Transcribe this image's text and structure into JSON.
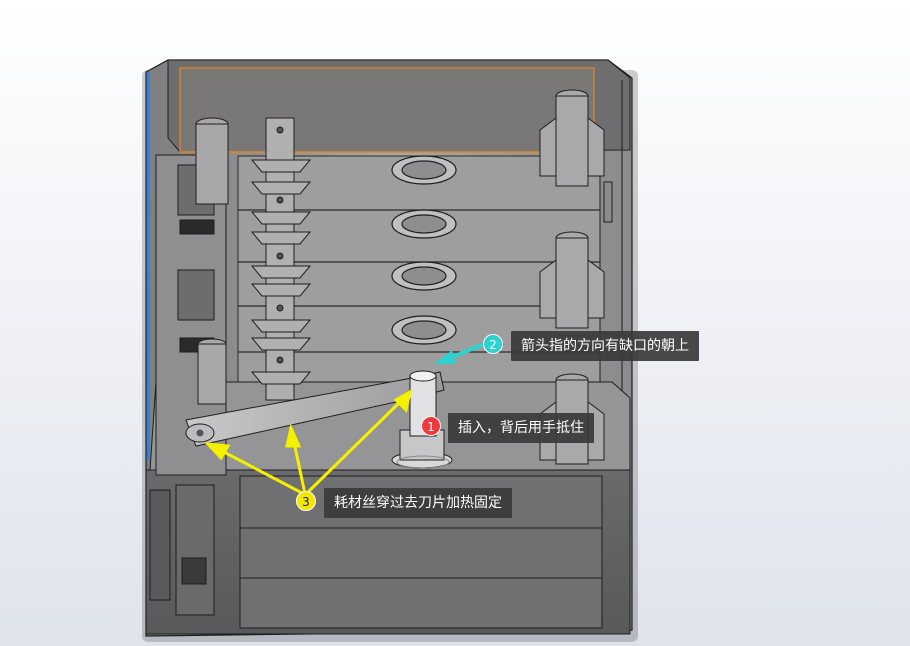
{
  "scene": {
    "description_free": true,
    "colors": {
      "background_top": "#ffffff",
      "background_bottom": "#dfe3ec",
      "model_fill": "#8c8c8c",
      "model_line": "#1e1e1e",
      "highlight_edge": "#e08a1e",
      "blue_edge": "#3a7bd5",
      "arrow_yellow": "#f5f000",
      "arrow_cyan": "#2fd0d0",
      "badge_red": "#ef3a3d"
    }
  },
  "callouts": [
    {
      "number": "1",
      "text": "插入，背后用手抵住",
      "badge_color": "#ef3a3d"
    },
    {
      "number": "2",
      "text": "箭头指的方向有缺口的朝上",
      "badge_color": "#2fd0d0"
    },
    {
      "number": "3",
      "text": "耗材丝穿过去刀片加热固定",
      "badge_color": "#f5e700"
    }
  ]
}
